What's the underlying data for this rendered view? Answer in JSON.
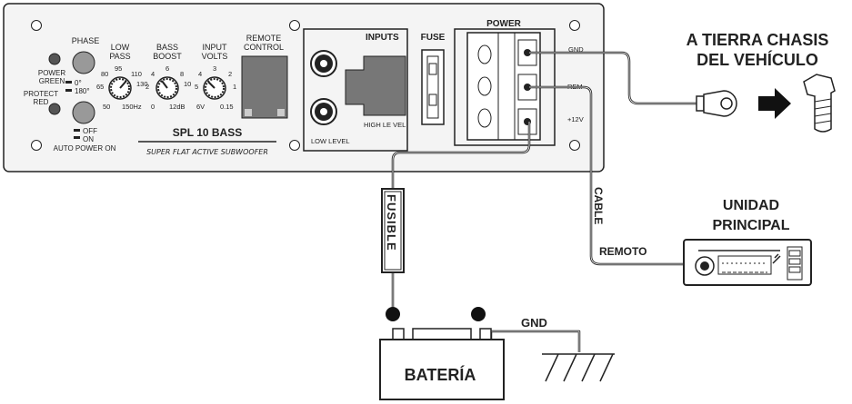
{
  "panel": {
    "phase": "PHASE",
    "low_pass": [
      "LOW",
      "PASS"
    ],
    "bass_boost": [
      "BASS",
      "BOOST"
    ],
    "input_volts": [
      "INPUT",
      "VOLTS"
    ],
    "remote_control": [
      "REMOTE",
      "CONTROL"
    ],
    "inputs": "INPUTS",
    "fuse": "FUSE",
    "power": "POWER",
    "power_led": [
      "POWER",
      "GREEN"
    ],
    "protect_led": [
      "PROTECT",
      "RED"
    ],
    "phase_0": "0°",
    "phase_180": "180°",
    "auto_off": "OFF",
    "auto_on": "ON",
    "auto_power_on": "AUTO POWER ON",
    "low_pass_ticks": [
      "50",
      "65",
      "80",
      "95",
      "110",
      "130",
      "150Hz"
    ],
    "bass_ticks": [
      "0",
      "2",
      "4",
      "6",
      "8",
      "10",
      "12dB"
    ],
    "volts_ticks": [
      "6V",
      "5",
      "4",
      "3",
      "2",
      "1",
      "0.15"
    ],
    "low_level": "LOW LEVEL",
    "high_level": "HIGH LE VEL",
    "model": "SPL 10 BASS",
    "subtitle": "SUPER FLAT ACTIVE SUBWOOFER",
    "terminal_gnd": "GND",
    "terminal_rem": "REM",
    "terminal_12v": "+12V"
  },
  "labels": {
    "chassis_line1": "A TIERRA CHASIS",
    "chassis_line2": "DEL VEHÍCULO",
    "head_unit_line1": "UNIDAD",
    "head_unit_line2": "PRINCIPAL",
    "cable": "CABLE",
    "remote": "REMOTO",
    "fuse_inline": "FUSIBLE",
    "battery": "BATERÍA",
    "battery_gnd": "GND"
  },
  "colors": {
    "stroke": "#222222",
    "panel_fill": "#f4f4f4",
    "gray_block": "#777777"
  }
}
